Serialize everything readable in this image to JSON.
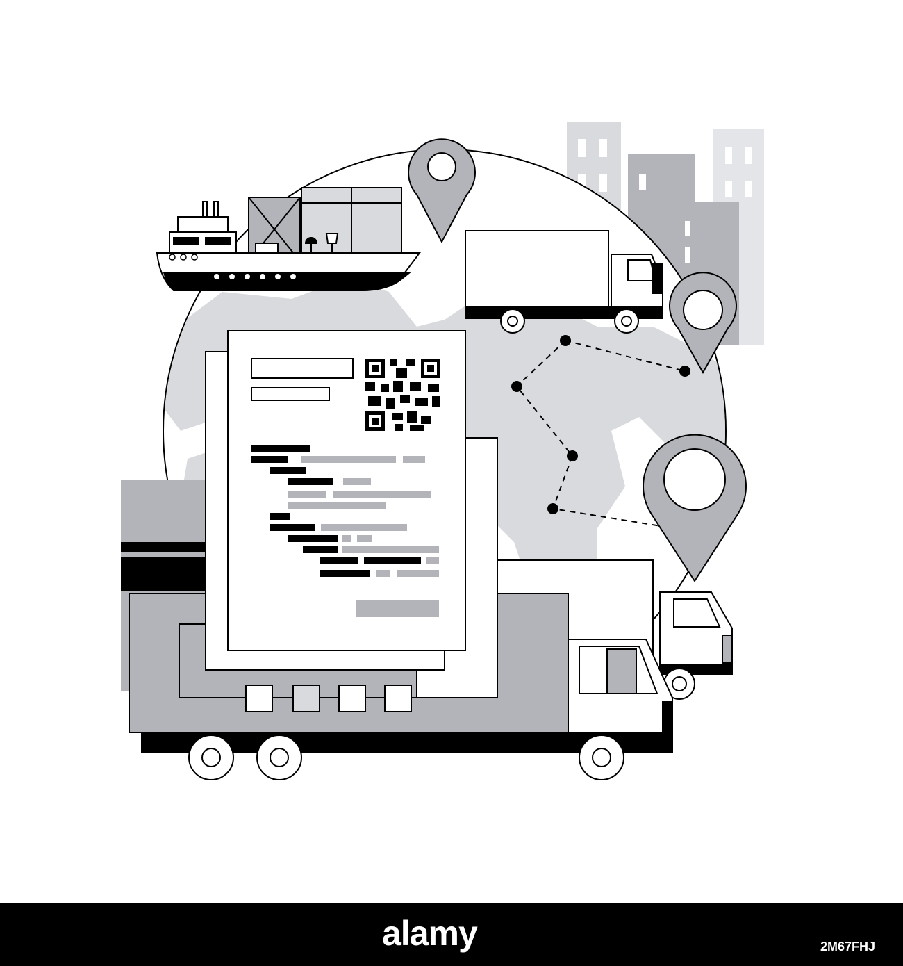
{
  "watermark": {
    "brand": "alamy",
    "image_id": "2M67FHJ"
  },
  "colors": {
    "gray": "#b3b4ba",
    "light_gray": "#d9dadd",
    "lighter_gray": "#e4e5e8",
    "black": "#000000",
    "white": "#ffffff"
  },
  "illustration": {
    "subject": "logistics-waybill",
    "icons": [
      "globe-icon",
      "cargo-ship-icon",
      "truck-icon",
      "map-pin-icon",
      "qr-code-icon",
      "document-icon",
      "city-skyline-icon"
    ]
  }
}
